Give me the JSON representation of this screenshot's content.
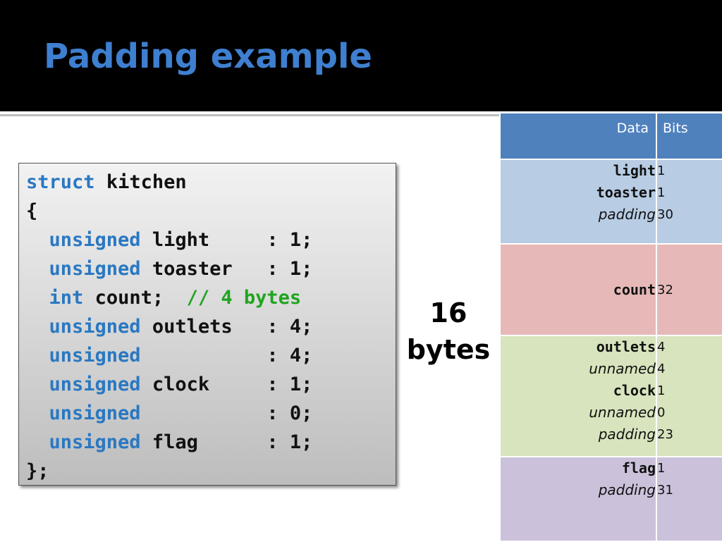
{
  "slide": {
    "title": "Padding example"
  },
  "code": {
    "struct_kw": "struct",
    "struct_name": "kitchen",
    "open_brace": "{",
    "close_brace": "};",
    "lines": [
      {
        "type": "unsigned",
        "name": "light",
        "spec": ": 1;"
      },
      {
        "type": "unsigned",
        "name": "toaster",
        "spec": ": 1;"
      },
      {
        "type": "int",
        "name": "count;",
        "spec": "",
        "comment": "// 4 bytes"
      },
      {
        "type": "unsigned",
        "name": "outlets",
        "spec": ": 4;"
      },
      {
        "type": "unsigned",
        "name": "",
        "spec": ": 4;"
      },
      {
        "type": "unsigned",
        "name": "clock",
        "spec": ": 1;"
      },
      {
        "type": "unsigned",
        "name": "",
        "spec": ": 0;"
      },
      {
        "type": "unsigned",
        "name": "flag",
        "spec": ": 1;"
      }
    ]
  },
  "size_label": {
    "value": "16",
    "unit": "bytes"
  },
  "layout_table": {
    "headers": {
      "data": "Data",
      "bits": "Bits"
    },
    "groups": [
      {
        "color": "#b8cce4",
        "rows": [
          {
            "data": "light",
            "style": "field",
            "bits": "1"
          },
          {
            "data": "toaster",
            "style": "field",
            "bits": "1"
          },
          {
            "data": "padding",
            "style": "italic",
            "bits": "30"
          }
        ]
      },
      {
        "color": "#e6b9b8",
        "rows": [
          {
            "data": "count",
            "style": "field",
            "bits": "32"
          }
        ]
      },
      {
        "color": "#d7e4bd",
        "rows": [
          {
            "data": "outlets",
            "style": "field",
            "bits": "4"
          },
          {
            "data": "unnamed",
            "style": "italic",
            "bits": "4"
          },
          {
            "data": "clock",
            "style": "field",
            "bits": "1"
          },
          {
            "data": "unnamed",
            "style": "italic",
            "bits": "0"
          },
          {
            "data": "padding",
            "style": "italic",
            "bits": "23"
          }
        ]
      },
      {
        "color": "#ccc1da",
        "rows": [
          {
            "data": "flag",
            "style": "field",
            "bits": "1"
          },
          {
            "data": "padding",
            "style": "italic",
            "bits": "31"
          }
        ]
      }
    ]
  },
  "colors": {
    "title": "#3e7fd0",
    "keyword": "#2a78c2",
    "comment": "#1fa51f",
    "table_header": "#4f81bd"
  }
}
